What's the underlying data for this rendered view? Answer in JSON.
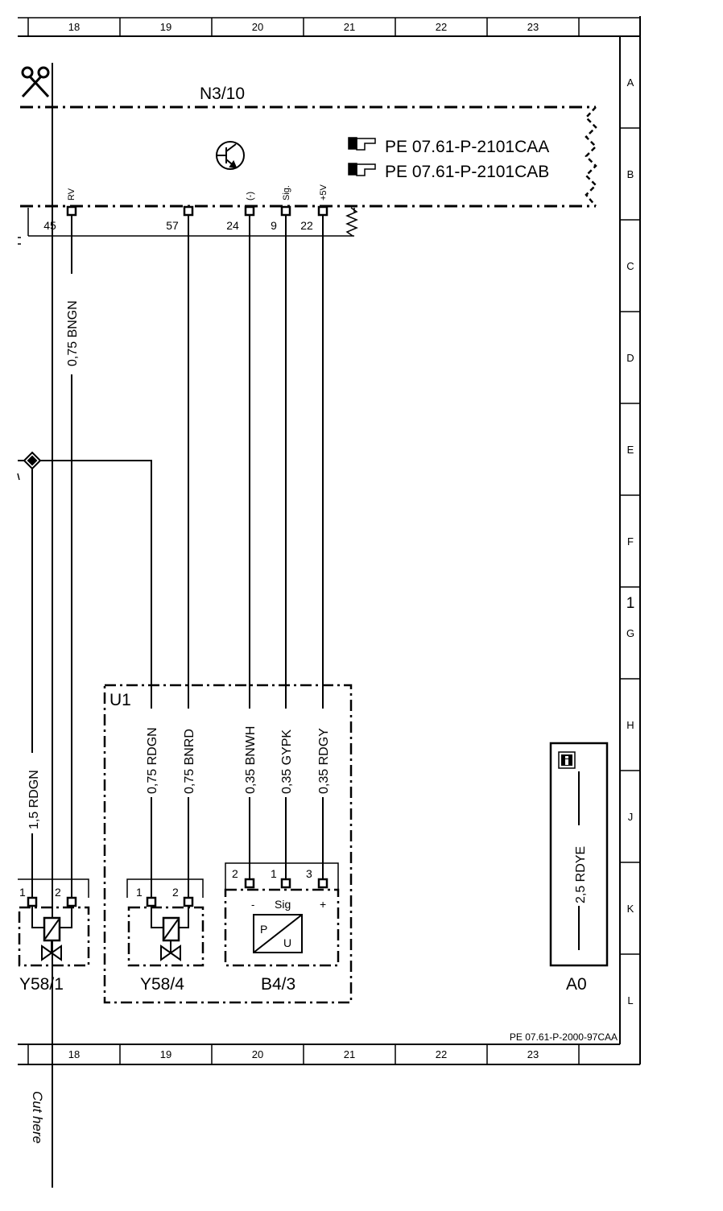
{
  "frame": {
    "columns": [
      "18",
      "19",
      "20",
      "21",
      "22",
      "23"
    ],
    "rows": [
      "A",
      "B",
      "C",
      "D",
      "E",
      "F",
      "G",
      "H",
      "J",
      "K",
      "L"
    ],
    "sheet_number": "1",
    "footer_ref": "PE 07.61-P-2000-97CAA",
    "cut_label": "Cut here"
  },
  "module": {
    "label": "N3/10",
    "refs": [
      "PE 07.61-P-2101CAA",
      "PE 07.61-P-2101CAB"
    ],
    "pin_labels": {
      "p45": "45",
      "p57": "57",
      "p24": "24",
      "p9": "9",
      "p22": "22"
    },
    "pin_names": {
      "rv": "RV",
      "minus": "(-)",
      "sig": "Sig.",
      "plus5v": "+5V"
    }
  },
  "wires": {
    "w_bngn": "0,75 BNGN",
    "w_rdgn_15": "1,5 RDGN",
    "w_rdgn_075": "0,75 RDGN",
    "w_bnrd": "0,75 BNRD",
    "w_bnwh": "0,35 BNWH",
    "w_gypk": "0,35 GYPK",
    "w_rdgy": "0,35 RDGY",
    "w_rdye": "2,5 RDYE"
  },
  "group": {
    "label": "U1"
  },
  "components": {
    "y58_1": {
      "label": "Y58/1",
      "pin1": "1",
      "pin2": "2"
    },
    "y58_4": {
      "label": "Y58/4",
      "pin1": "1",
      "pin2": "2"
    },
    "b4_3": {
      "label": "B4/3",
      "pin2": "2",
      "pin1": "1",
      "pin3": "3",
      "minus": "-",
      "sig": "Sig",
      "plus": "+",
      "p": "P",
      "u": "U"
    },
    "a0": {
      "label": "A0"
    }
  },
  "icons": [
    "scissors-icon",
    "pointing-hand-icon",
    "transistor-icon",
    "info-icon",
    "splice-icon"
  ]
}
